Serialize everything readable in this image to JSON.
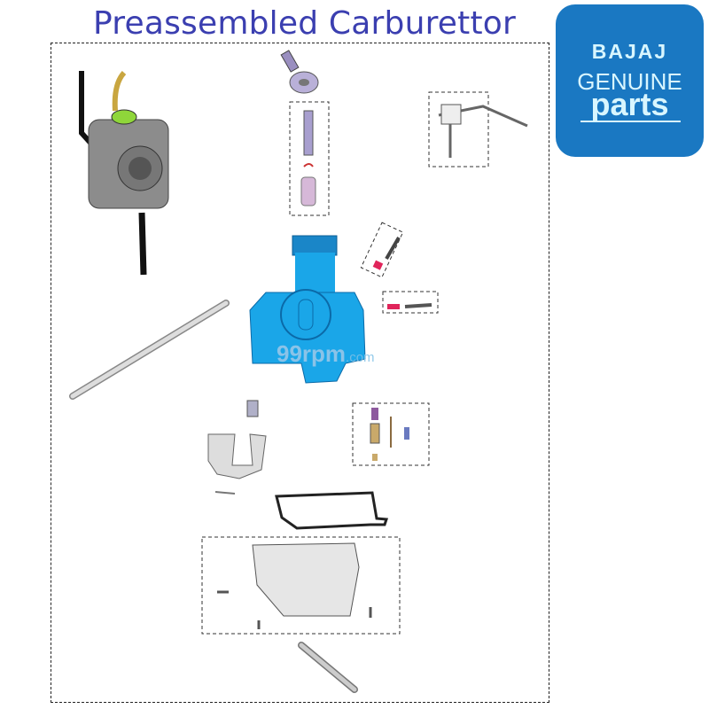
{
  "title": "Preassembled Carburettor",
  "logo": {
    "brand": "BAJAJ",
    "line2": "GENUINE",
    "line3": "parts"
  },
  "watermark": {
    "main": "99rpm",
    "suffix": ".com"
  },
  "colors": {
    "title": "#3b3fb0",
    "logo_bg": "#1a78c2",
    "carb_body": "#1aa6e8",
    "spring_red": "#e0245a"
  }
}
